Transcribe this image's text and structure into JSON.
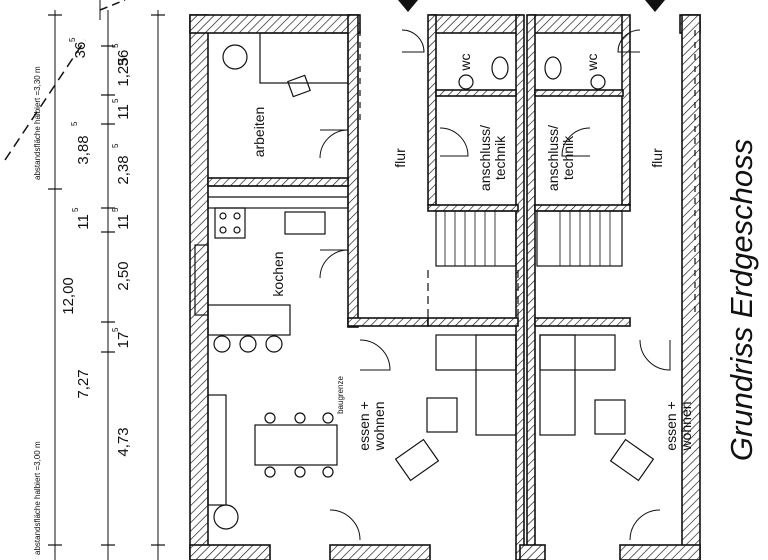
{
  "title": "Grundriss Erdgeschoss",
  "dimensions": {
    "total": "12,00",
    "d_top": "36",
    "d_top_sup": "5",
    "d1": "1,25",
    "d2": "11",
    "d2_sup": "5",
    "d3": "3,88",
    "d3_sup": "5",
    "d4": "2,38",
    "d4_sup": "5",
    "d5": "11",
    "d5_sup": "5",
    "d6": "2,50",
    "d7": "17",
    "d7_sup": "5",
    "d8": "4,73",
    "sub_a": "11",
    "sub_a_sup": "5",
    "sub_b": "7,27",
    "sub_c": "36",
    "sub_c_sup": "5"
  },
  "notes": {
    "abstand_top": "abstandsfläche halbiert =3,30 m",
    "abstand_bottom": "abstandsfläche halbiert =3,00 m",
    "baugrenze": "baugrenze"
  },
  "rooms": {
    "arbeiten": "arbeiten",
    "kochen": "kochen",
    "essen_wohnen_left_1": "essen +",
    "essen_wohnen_left_2": "wohnen",
    "flur_left": "flur",
    "wc_left": "wc",
    "anschluss_left_1": "anschluss/",
    "anschluss_left_2": "technik",
    "anschluss_right_1": "anschluss/",
    "anschluss_right_2": "technik",
    "wc_right": "wc",
    "flur_right": "flur",
    "essen_wohnen_right_1": "essen +",
    "essen_wohnen_right_2": "wohnen"
  }
}
